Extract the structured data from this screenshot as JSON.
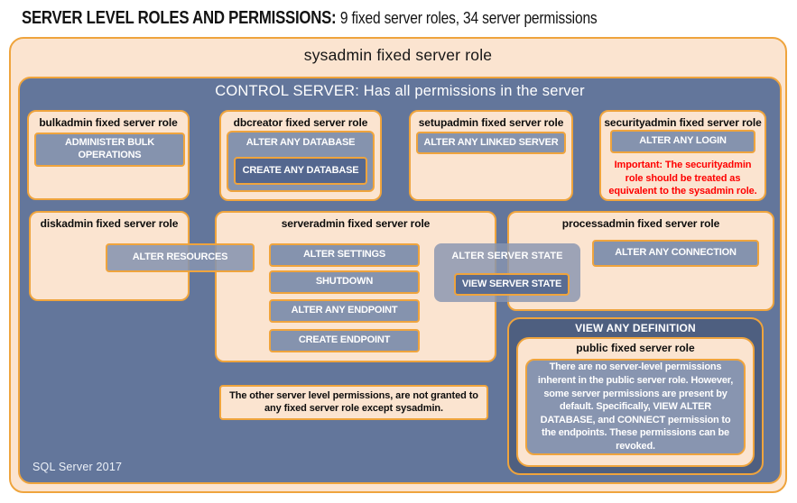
{
  "header": {
    "title": "SERVER LEVEL ROLES AND PERMISSIONS:",
    "subtitle": "9 fixed server roles, 34 server permissions"
  },
  "diagram": {
    "sysadmin_label": "sysadmin fixed server role",
    "control_label": "CONTROL SERVER: Has all permissions in the server",
    "footer": "SQL Server 2017",
    "note": "The other server level permissions, are not granted to any fixed server role except sysadmin.",
    "shared": {
      "alter_server_state": "ALTER SERVER STATE",
      "view_server_state": "VIEW SERVER STATE",
      "view_any_definition": "VIEW ANY DEFINITION"
    },
    "roles": {
      "bulkadmin": {
        "title": "bulkadmin fixed server role",
        "perm": "ADMINISTER BULK OPERATIONS"
      },
      "dbcreator": {
        "title": "dbcreator fixed server role",
        "perm_outer": "ALTER ANY DATABASE",
        "perm_nested": "CREATE ANY DATABASE"
      },
      "setupadmin": {
        "title": "setupadmin fixed server role",
        "perm": "ALTER ANY LINKED SERVER"
      },
      "securityadmin": {
        "title": "securityadmin fixed server role",
        "perm": "ALTER ANY LOGIN",
        "warning": "Important: The securityadmin role should be treated as equivalent to the sysadmin role."
      },
      "diskadmin": {
        "title": "diskadmin fixed server role",
        "perm": "ALTER RESOURCES"
      },
      "serveradmin": {
        "title": "serveradmin fixed server role",
        "perms": [
          "ALTER SETTINGS",
          "SHUTDOWN",
          "ALTER ANY ENDPOINT",
          "CREATE ENDPOINT"
        ]
      },
      "processadmin": {
        "title": "processadmin fixed server role",
        "perm": "ALTER ANY CONNECTION"
      },
      "public": {
        "title": "public fixed server role",
        "body": "There are no server-level permissions inherent in the public server role. However, some server permissions are present by default. Specifically, VIEW ALTER DATABASE, and CONNECT permission to the endpoints. These permissions can be revoked."
      }
    },
    "colors": {
      "peach_fill": "#FBE4D0",
      "orange_border": "#EFA43D",
      "control_server_blue": "#63769B",
      "permission_button_gray": "#8593AE",
      "nested_permission_dark": "#54678F",
      "view_any_definition_navy": "#4E5F80",
      "public_body_gray": "#8895B0",
      "warning_red": "#FE0000"
    }
  }
}
